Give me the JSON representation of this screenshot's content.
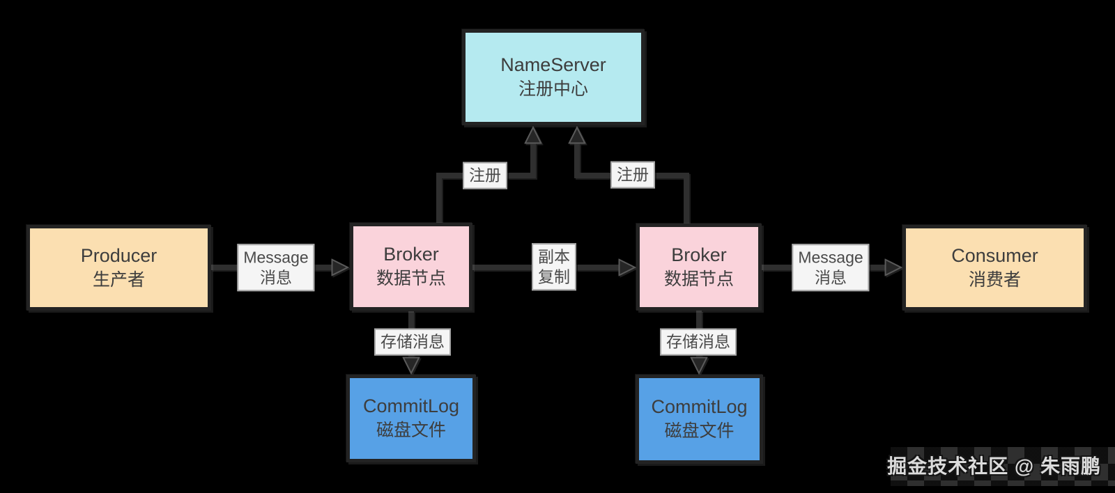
{
  "diagram": {
    "background": "#000000",
    "line_color": "#2f2f2f",
    "arrowhead_color": "#262626",
    "label_bg": "#f5f5f5",
    "label_text_color": "#4a4a4a",
    "node_text_color": "#3d3d3d",
    "nodes": {
      "nameserver": {
        "title": "NameServer",
        "subtitle": "注册中心",
        "fill": "#b5eaf0"
      },
      "producer": {
        "title": "Producer",
        "subtitle": "生产者",
        "fill": "#fbdfb1"
      },
      "broker_left": {
        "title": "Broker",
        "subtitle": "数据节点",
        "fill": "#fad3db"
      },
      "broker_right": {
        "title": "Broker",
        "subtitle": "数据节点",
        "fill": "#fad3db"
      },
      "consumer": {
        "title": "Consumer",
        "subtitle": "消费者",
        "fill": "#fbdfb1"
      },
      "commitlog_left": {
        "title": "CommitLog",
        "subtitle": "磁盘文件",
        "fill": "#57a1e6"
      },
      "commitlog_right": {
        "title": "CommitLog",
        "subtitle": "磁盘文件",
        "fill": "#57a1e6"
      }
    },
    "edge_labels": {
      "message_left": {
        "line1": "Message",
        "line2": "消息"
      },
      "register_left": {
        "text": "注册"
      },
      "register_right": {
        "text": "注册"
      },
      "replica": {
        "line1": "副本",
        "line2": "复制"
      },
      "store_left": {
        "text": "存储消息"
      },
      "store_right": {
        "text": "存储消息"
      },
      "message_right": {
        "line1": "Message",
        "line2": "消息"
      }
    },
    "watermark": "掘金技术社区 @ 朱雨鹏"
  }
}
